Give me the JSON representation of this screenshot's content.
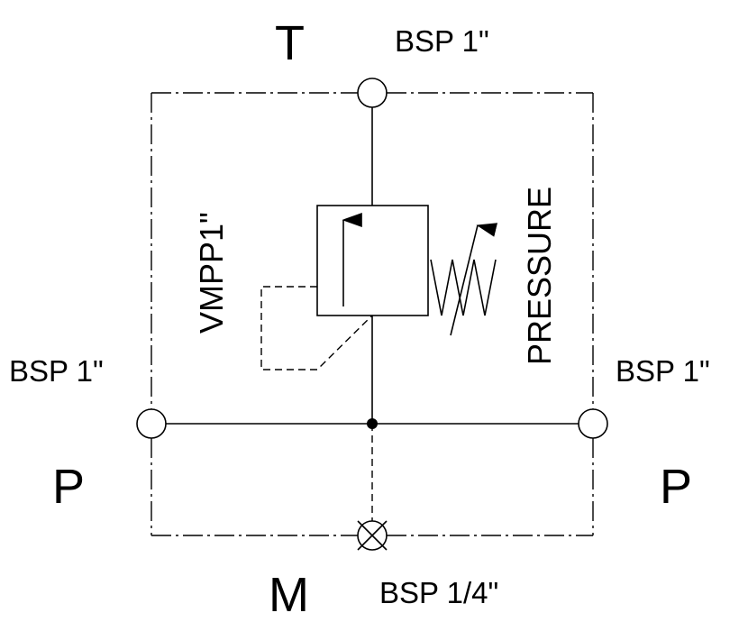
{
  "ports": {
    "tank": {
      "letter": "T",
      "size": "BSP 1\""
    },
    "pressure_left": {
      "letter": "P",
      "size": "BSP 1\""
    },
    "pressure_right": {
      "letter": "P",
      "size": "BSP 1\""
    },
    "gauge": {
      "letter": "M",
      "size": "BSP 1/4\""
    }
  },
  "labels": {
    "model": "VMPP1\"",
    "function": "PRESSURE"
  },
  "colors": {
    "ink": "#000000",
    "background": "#ffffff"
  },
  "icons": [
    "relief-valve-symbol",
    "adjustable-spring-icon",
    "plugged-port-icon",
    "junction-dot-icon"
  ]
}
